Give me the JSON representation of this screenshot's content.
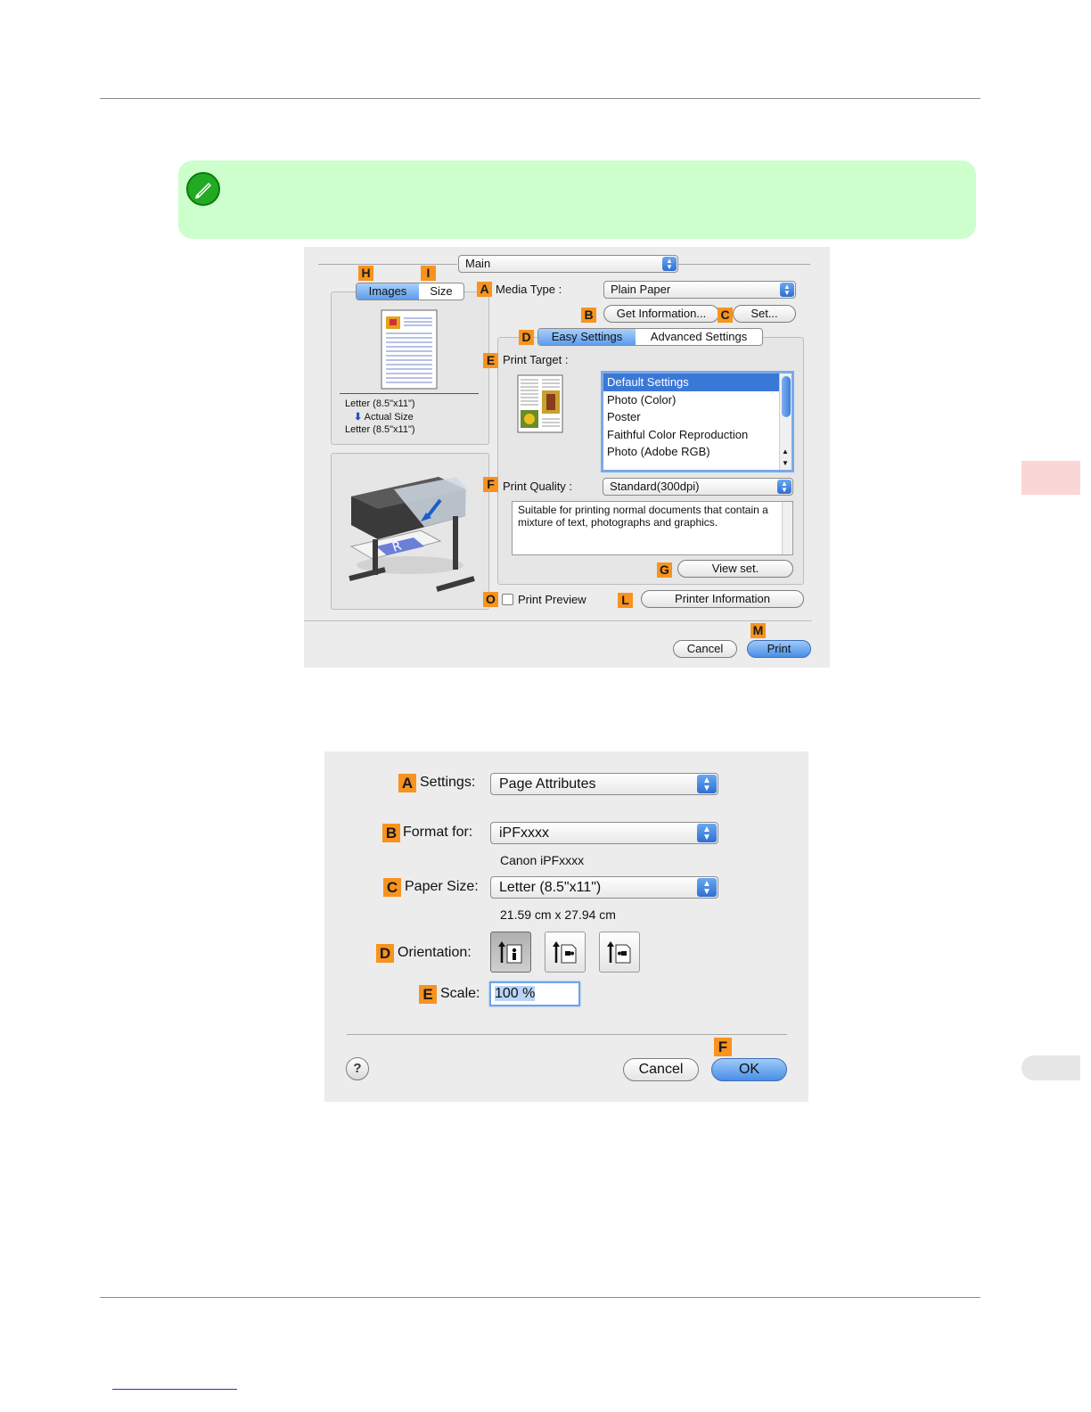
{
  "print_dialog": {
    "panel_popup": "Main",
    "preview_tabs": [
      "Images",
      "Size"
    ],
    "media_type_label": "Media Type :",
    "media_type_value": "Plain Paper",
    "get_information_button": "Get Information...",
    "set_button": "Set...",
    "settings_tabs": [
      "Easy Settings",
      "Advanced Settings"
    ],
    "print_target_label": "Print Target :",
    "print_targets": [
      "Default Settings",
      "Photo (Color)",
      "Poster",
      "Faithful Color Reproduction",
      "Photo (Adobe RGB)"
    ],
    "print_quality_label": "Print Quality :",
    "print_quality_value": "Standard(300dpi)",
    "description": "Suitable for printing normal documents that contain a mixture of text, photographs and graphics.",
    "view_set_button": "View set.",
    "print_preview_label": "Print Preview",
    "printer_information_button": "Printer Information",
    "size_from": "Letter (8.5\"x11\")",
    "size_mode": "Actual Size",
    "size_to": "Letter (8.5\"x11\")",
    "cancel_button": "Cancel",
    "print_button": "Print",
    "badges": {
      "a": "A",
      "b": "B",
      "c": "C",
      "d": "D",
      "e": "E",
      "f": "F",
      "g": "G",
      "h": "H",
      "i": "I",
      "l": "L",
      "m": "M",
      "o": "O"
    }
  },
  "page_setup": {
    "settings_label": "Settings:",
    "settings_value": "Page Attributes",
    "format_for_label": "Format for:",
    "format_for_value": "iPFxxxx",
    "printer_name": "Canon iPFxxxx",
    "paper_size_label": "Paper Size:",
    "paper_size_value": "Letter (8.5\"x11\")",
    "paper_dimensions": "21.59 cm x 27.94 cm",
    "orientation_label": "Orientation:",
    "scale_label": "Scale:",
    "scale_value": "100 %",
    "help_glyph": "?",
    "cancel_button": "Cancel",
    "ok_button": "OK",
    "badges": {
      "a": "A",
      "b": "B",
      "c": "C",
      "d": "D",
      "e": "E",
      "f": "F"
    }
  },
  "colors": {
    "note_bg": "#ccffcc",
    "accent_blue": "#3a78d8",
    "badge_orange": "#f7931e"
  }
}
